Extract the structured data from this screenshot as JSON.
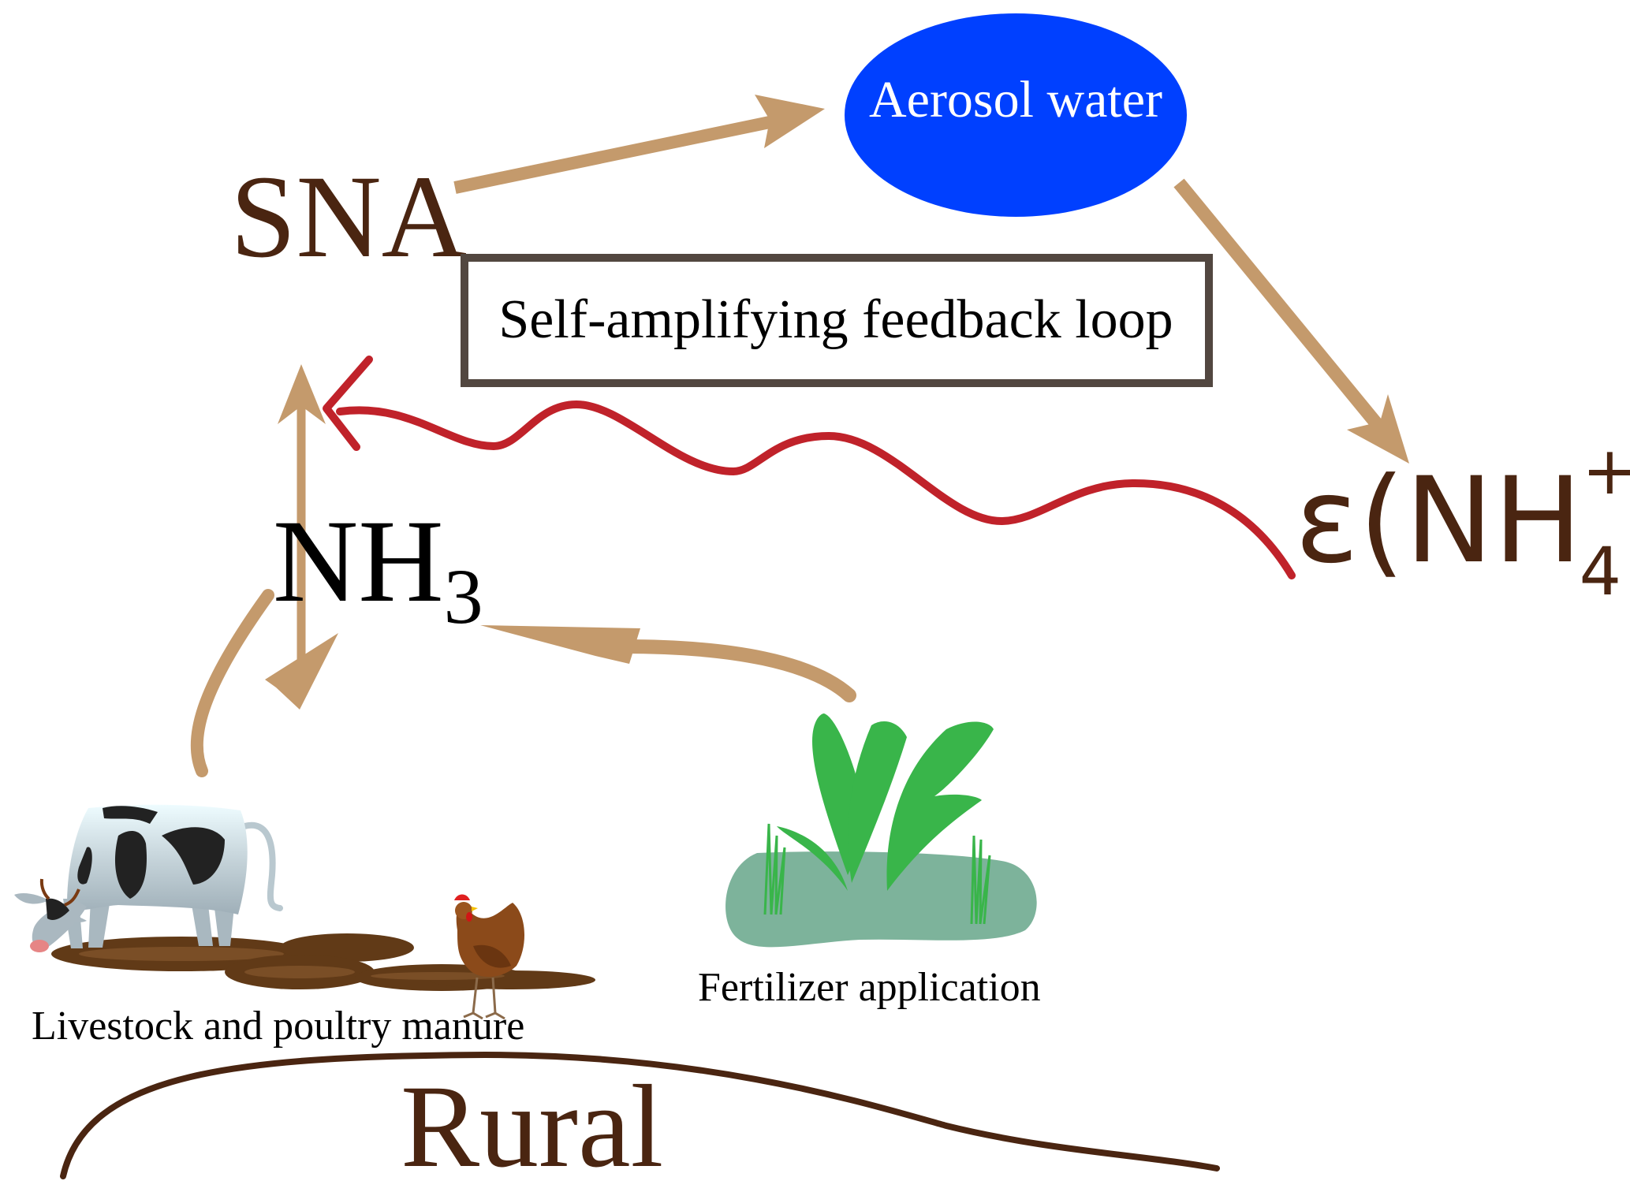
{
  "nodes": {
    "sna": "SNA",
    "aerosol_water": "Aerosol water",
    "nh3_main": "NH",
    "nh3_sub": "3",
    "epsilon_prefix": "ε(NH",
    "epsilon_sup": "+",
    "epsilon_sub": "4",
    "epsilon_suffix": ")",
    "feedback_label": "Self-amplifying feedback loop"
  },
  "sources": {
    "livestock_label": "Livestock and poultry manure",
    "fertilizer_label": "Fertilizer application"
  },
  "region": {
    "label": "Rural"
  },
  "colors": {
    "arrow": "#C49A6C",
    "feedback": "#C0222A",
    "ellipse": "#0040FF",
    "dark_brown_text": "#4A2511",
    "box_border": "#524740",
    "plant": "#39B54A",
    "field": "#7DB39B",
    "manure": "#613A17"
  }
}
